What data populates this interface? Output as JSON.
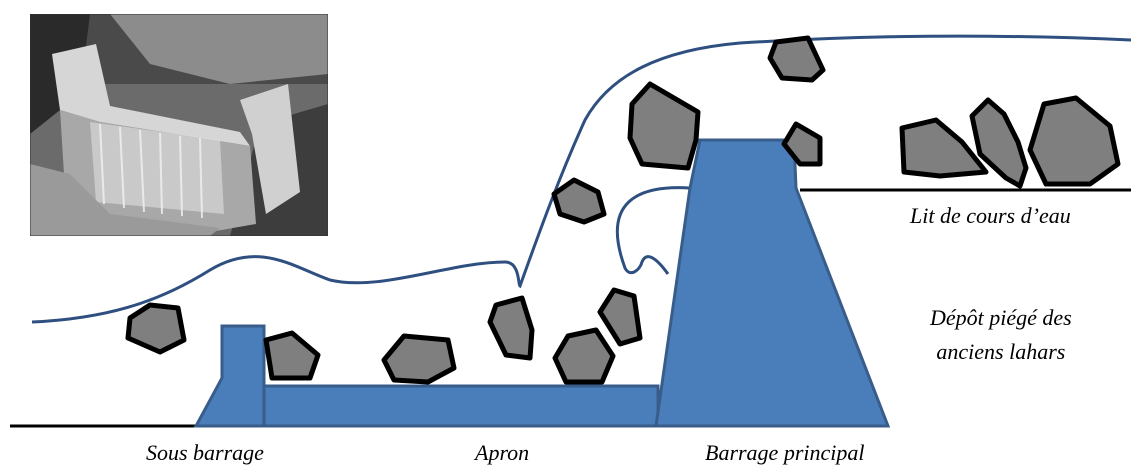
{
  "labels": {
    "sous_barrage": "Sous barrage",
    "apron": "Apron",
    "barrage_principal": "Barrage principal",
    "lit": "Lit de cours d’eau",
    "depot_line1": "Dépôt piégé des",
    "depot_line2": "anciens lahars"
  },
  "colors": {
    "dam_fill": "#4a7ebb",
    "dam_stroke": "#385d8a",
    "water_line": "#2e4f7f",
    "boulder_fill": "#7f7f7f",
    "boulder_stroke": "#000000",
    "ground": "#000000"
  },
  "photo": {
    "description_icon": "sabo-dam-photo"
  }
}
